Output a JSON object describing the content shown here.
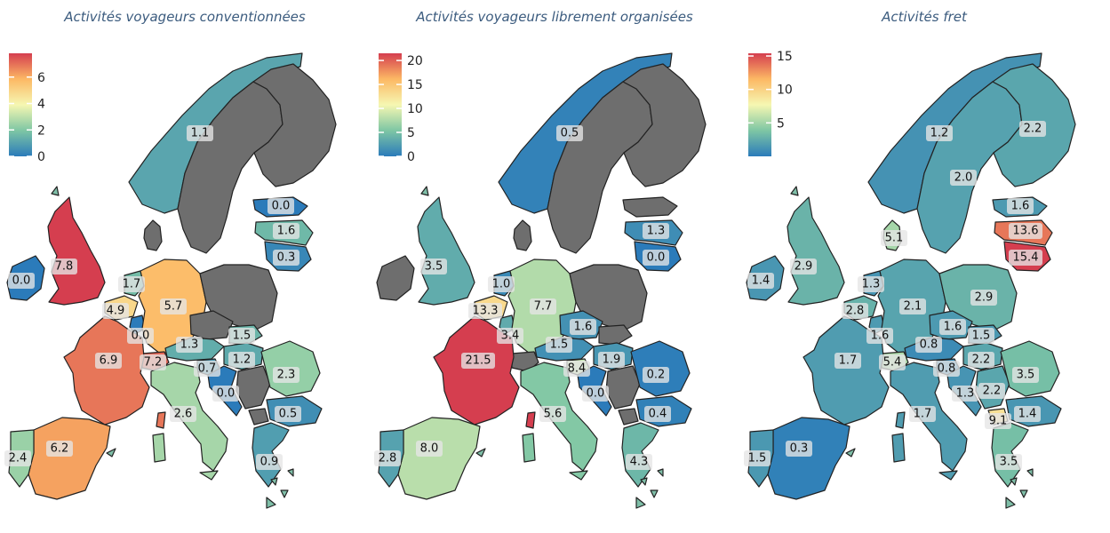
{
  "panels": [
    {
      "title": "Activités voyageurs conventionnées",
      "legend": {
        "ticks": [
          "0",
          "2",
          "4",
          "6"
        ],
        "min": 0,
        "max": 7.8,
        "colors": [
          "#2b7bba",
          "#7ec6a4",
          "#f6f7b2",
          "#fcb864",
          "#d53e4f"
        ]
      },
      "regions": [
        {
          "id": "norway",
          "value": "1.1"
        },
        {
          "id": "united-kingdom",
          "value": "7.8"
        },
        {
          "id": "ireland",
          "value": "0.0"
        },
        {
          "id": "netherlands",
          "value": "1.7"
        },
        {
          "id": "belgium",
          "value": "4.9"
        },
        {
          "id": "luxembourg",
          "value": "0.0"
        },
        {
          "id": "germany",
          "value": "5.7"
        },
        {
          "id": "france",
          "value": "6.9"
        },
        {
          "id": "switzerland",
          "value": "7.2"
        },
        {
          "id": "austria",
          "value": "1.3"
        },
        {
          "id": "slovenia",
          "value": "0.7"
        },
        {
          "id": "croatia",
          "value": "0.0"
        },
        {
          "id": "slovakia",
          "value": "1.5"
        },
        {
          "id": "hungary",
          "value": "1.2"
        },
        {
          "id": "romania",
          "value": "2.3"
        },
        {
          "id": "bulgaria",
          "value": "0.5"
        },
        {
          "id": "greece",
          "value": "0.9"
        },
        {
          "id": "italy",
          "value": "2.6"
        },
        {
          "id": "spain",
          "value": "6.2"
        },
        {
          "id": "portugal",
          "value": "2.4"
        },
        {
          "id": "estonia",
          "value": "0.0"
        },
        {
          "id": "latvia",
          "value": "1.6"
        },
        {
          "id": "lithuania",
          "value": "0.3"
        }
      ]
    },
    {
      "title": "Activités voyageurs librement organisées",
      "legend": {
        "ticks": [
          "0",
          "5",
          "10",
          "15",
          "20"
        ],
        "min": 0,
        "max": 21.5,
        "colors": [
          "#2b7bba",
          "#7ec6a4",
          "#f6f7b2",
          "#fcb864",
          "#d53e4f"
        ]
      },
      "regions": [
        {
          "id": "norway",
          "value": "0.5"
        },
        {
          "id": "united-kingdom",
          "value": "3.5"
        },
        {
          "id": "netherlands",
          "value": "1.0"
        },
        {
          "id": "belgium",
          "value": "13.3"
        },
        {
          "id": "luxembourg",
          "value": "3.4"
        },
        {
          "id": "germany",
          "value": "7.7"
        },
        {
          "id": "france",
          "value": "21.5"
        },
        {
          "id": "austria",
          "value": "1.5"
        },
        {
          "id": "czechia",
          "value": "1.6"
        },
        {
          "id": "hungary",
          "value": "1.9"
        },
        {
          "id": "slovenia",
          "value": "8.4"
        },
        {
          "id": "croatia",
          "value": "0.0"
        },
        {
          "id": "romania",
          "value": "0.2"
        },
        {
          "id": "bulgaria",
          "value": "0.4"
        },
        {
          "id": "greece",
          "value": "4.3"
        },
        {
          "id": "italy",
          "value": "5.6"
        },
        {
          "id": "spain",
          "value": "8.0"
        },
        {
          "id": "portugal",
          "value": "2.8"
        },
        {
          "id": "latvia",
          "value": "1.3"
        },
        {
          "id": "lithuania",
          "value": "0.0"
        }
      ]
    },
    {
      "title": "Activités fret",
      "legend": {
        "ticks": [
          "5",
          "10",
          "15"
        ],
        "min": 0,
        "max": 15.4,
        "colors": [
          "#2b7bba",
          "#7ec6a4",
          "#f6f7b2",
          "#fcb864",
          "#d53e4f"
        ]
      },
      "regions": [
        {
          "id": "norway",
          "value": "1.2"
        },
        {
          "id": "sweden",
          "value": "2.0"
        },
        {
          "id": "finland",
          "value": "2.2"
        },
        {
          "id": "estonia",
          "value": "1.6"
        },
        {
          "id": "latvia",
          "value": "13.6"
        },
        {
          "id": "lithuania",
          "value": "15.4"
        },
        {
          "id": "denmark",
          "value": "5.1"
        },
        {
          "id": "ireland",
          "value": "1.4"
        },
        {
          "id": "united-kingdom",
          "value": "2.9"
        },
        {
          "id": "netherlands",
          "value": "1.3"
        },
        {
          "id": "belgium",
          "value": "2.8"
        },
        {
          "id": "luxembourg",
          "value": "1.6"
        },
        {
          "id": "germany",
          "value": "2.1"
        },
        {
          "id": "poland",
          "value": "2.9"
        },
        {
          "id": "czechia",
          "value": "1.6"
        },
        {
          "id": "slovakia",
          "value": "1.5"
        },
        {
          "id": "austria",
          "value": "0.8"
        },
        {
          "id": "hungary",
          "value": "2.2"
        },
        {
          "id": "slovenia",
          "value": "0.8"
        },
        {
          "id": "croatia",
          "value": "1.3"
        },
        {
          "id": "serbia",
          "value": "2.2"
        },
        {
          "id": "romania",
          "value": "3.5"
        },
        {
          "id": "bulgaria",
          "value": "1.4"
        },
        {
          "id": "macedonia",
          "value": "9.1"
        },
        {
          "id": "greece",
          "value": "3.5"
        },
        {
          "id": "switzerland",
          "value": "5.4"
        },
        {
          "id": "france",
          "value": "1.7"
        },
        {
          "id": "italy",
          "value": "1.7"
        },
        {
          "id": "spain",
          "value": "0.3"
        },
        {
          "id": "portugal",
          "value": "1.5"
        }
      ]
    }
  ]
}
